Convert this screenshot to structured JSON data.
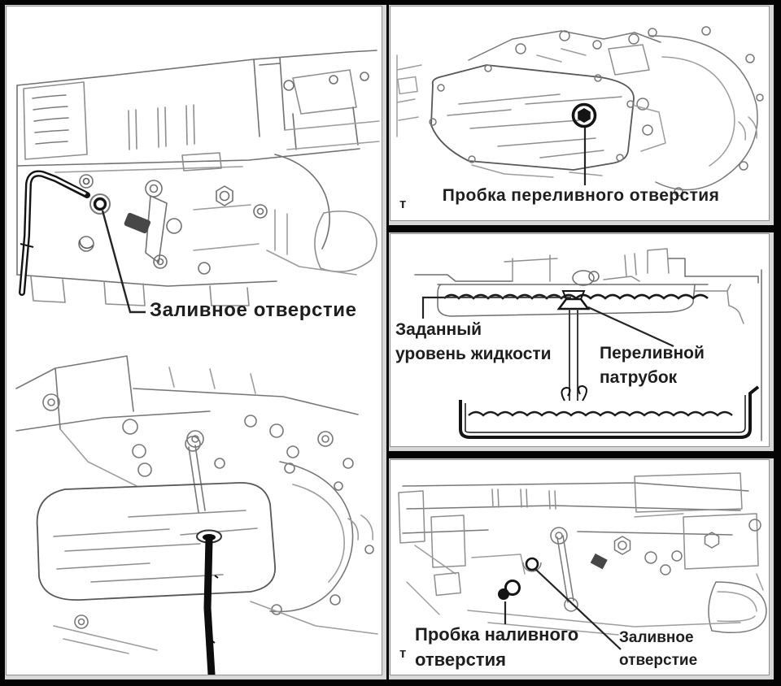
{
  "colors": {
    "page_background": "#040404",
    "panel_background": "#ffffff",
    "panel_border": "#8f8f8f",
    "panel_bevel": "#d7d7d7",
    "line_art": "#6e6e6e",
    "highlight_black": "#141414",
    "label_text": "#1e1e1e"
  },
  "panels": {
    "fill_side_view": {
      "fill_hole_label": "Заливное отверстие"
    },
    "overflow_plug_view": {
      "plug_label": "Пробка переливного отверстия",
      "corner_mark": "т"
    },
    "fluid_level_diagram": {
      "level_label_line1": "Заданный",
      "level_label_line2": "уровень жидкости",
      "pipe_label_line1": "Переливной",
      "pipe_label_line2": "патрубок"
    },
    "fill_plug_view": {
      "fill_plug_label_line1": "Пробка наливного",
      "fill_plug_label_line2": "отверстия",
      "fill_hole_label_line1": "Заливное",
      "fill_hole_label_line2": "отверстие",
      "corner_mark": "т"
    }
  }
}
